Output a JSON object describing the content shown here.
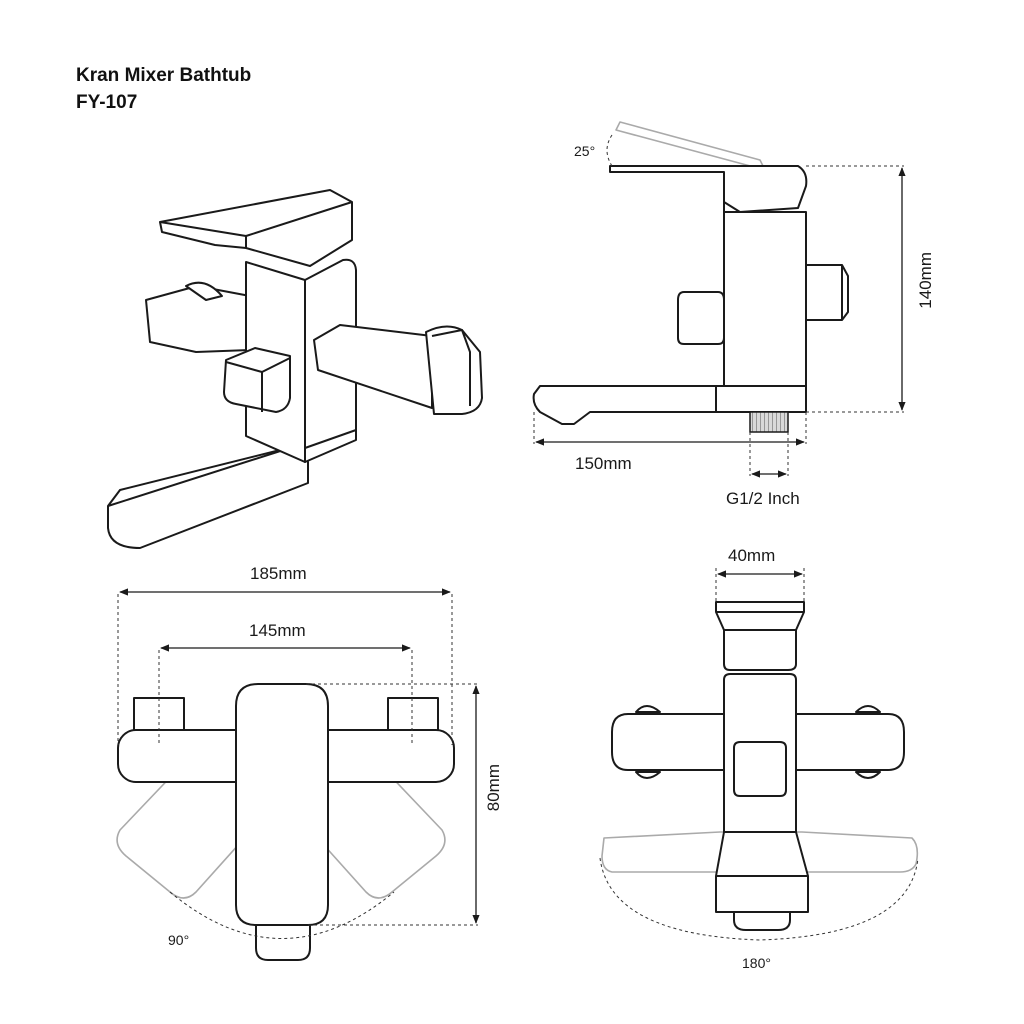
{
  "title": {
    "line1": "Kran Mixer Bathtub",
    "line2": "FY-107"
  },
  "dimensions": {
    "handle_angle": "25°",
    "height": "140mm",
    "spout_length": "150mm",
    "thread": "G1/2 Inch",
    "overall_width": "185mm",
    "center_distance": "145mm",
    "top_depth": "80mm",
    "body_width": "40mm",
    "handle_rotation": "90°",
    "spout_rotation": "180°"
  }
}
